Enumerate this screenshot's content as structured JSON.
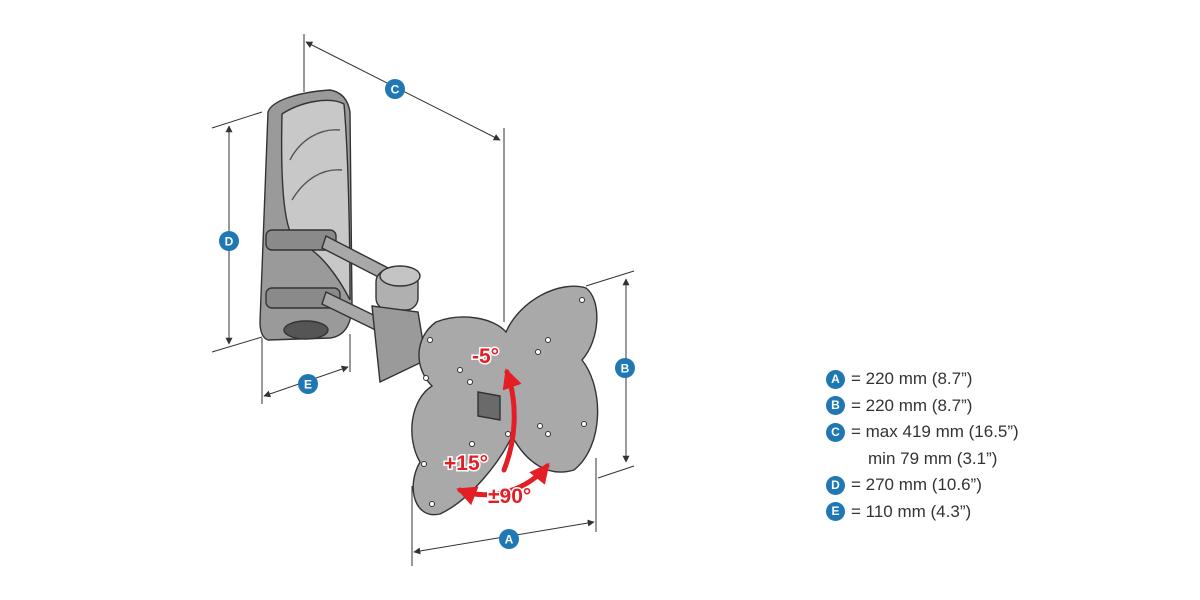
{
  "colors": {
    "badge": "#1f78b4",
    "angle_arrow": "#e31e24",
    "bracket_light": "#c8c8c8",
    "bracket_mid": "#9a9a9a",
    "bracket_dark": "#555555",
    "line": "#333333"
  },
  "diagram": {
    "labels": {
      "A": "A",
      "B": "B",
      "C": "C",
      "D": "D",
      "E": "E"
    },
    "angles": {
      "tilt_down": "-5°",
      "tilt_up": "+15°",
      "rotate": "±90°"
    }
  },
  "legend": {
    "items": [
      {
        "badge": "A",
        "text": "= 220 mm (8.7”)"
      },
      {
        "badge": "B",
        "text": "= 220 mm (8.7”)"
      },
      {
        "badge": "C",
        "text": "= max 419 mm (16.5”)"
      },
      {
        "badge": "",
        "text": "min 79 mm (3.1”)"
      },
      {
        "badge": "D",
        "text": "= 270 mm (10.6”)"
      },
      {
        "badge": "E",
        "text": "= 110 mm (4.3”)"
      }
    ]
  }
}
